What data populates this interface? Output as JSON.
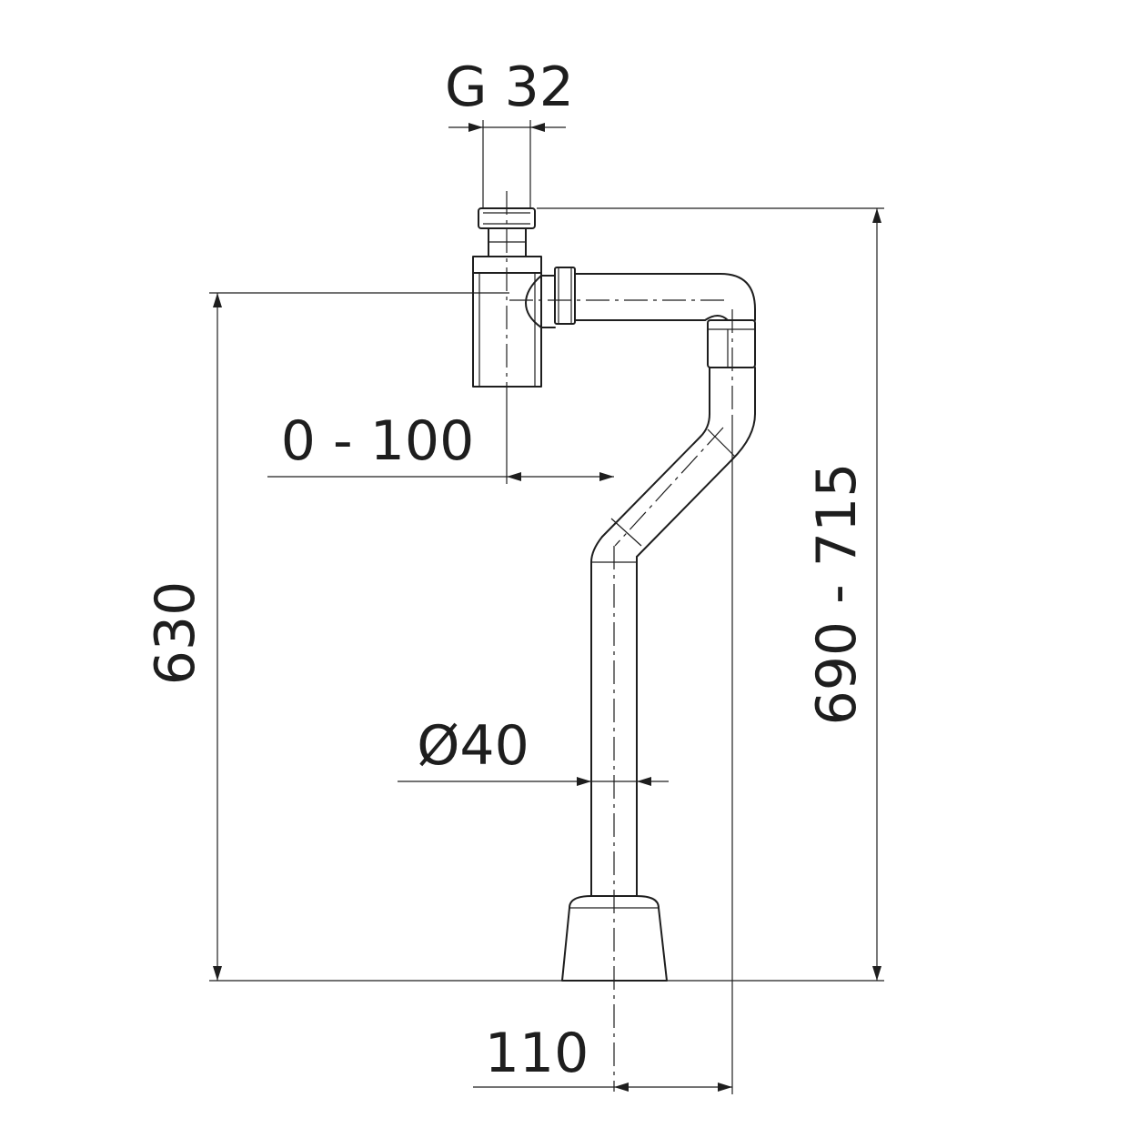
{
  "dimensions": {
    "thread": "G 32",
    "offset": "0 - 100",
    "diameter": "Ø40",
    "height_wall": "630",
    "height_total": "690 - 715",
    "projection": "110"
  }
}
